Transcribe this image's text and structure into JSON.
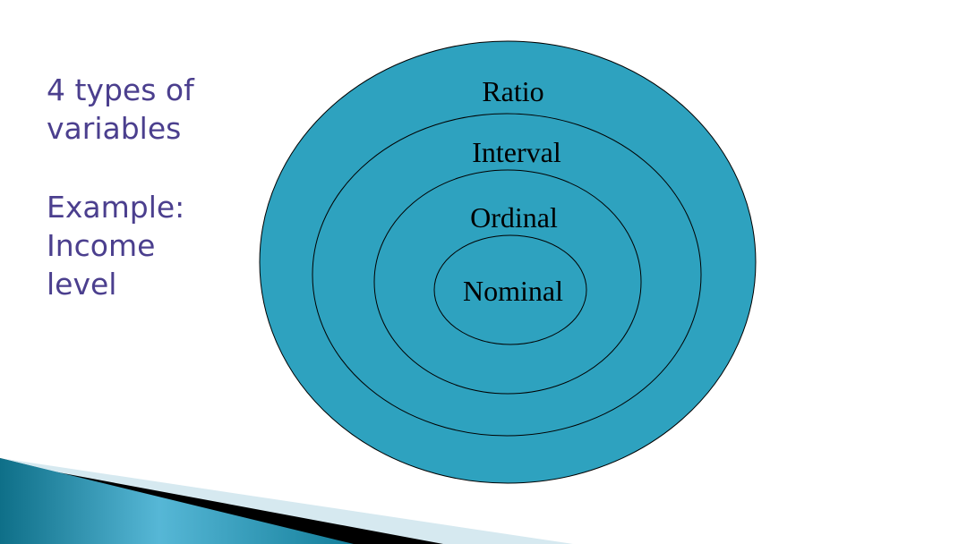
{
  "slide": {
    "title_lines": [
      "4 types of",
      "variables"
    ],
    "example_lines": [
      "Example:",
      "Income",
      "level"
    ]
  },
  "diagram": {
    "levels": [
      "Ratio",
      "Interval",
      "Ordinal",
      "Nominal"
    ],
    "fill_color": "#2ea2bf"
  }
}
